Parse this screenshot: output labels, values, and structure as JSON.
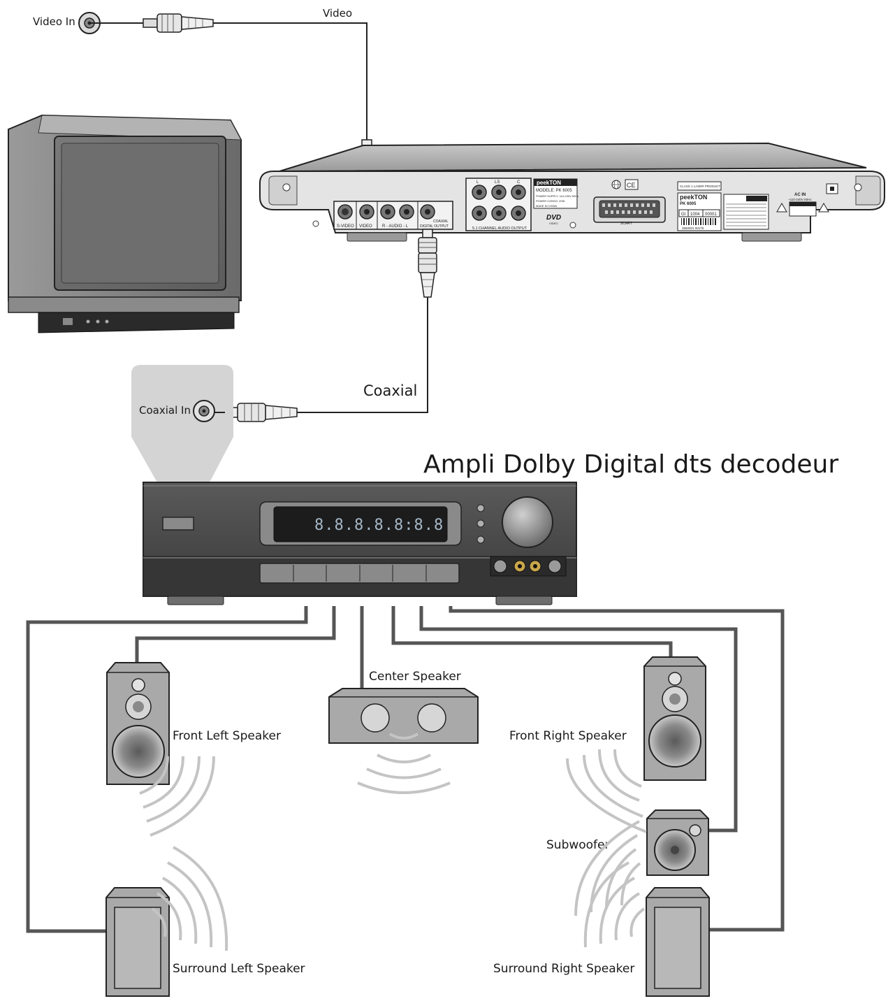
{
  "labels": {
    "video_in": "Video In",
    "video": "Video",
    "coaxial": "Coaxial",
    "coaxial_in": "Coaxial In",
    "amp_title": "Ampli Dolby Digital dts decodeur",
    "center_speaker": "Center Speaker",
    "front_left_speaker": "Front Left Speaker",
    "front_right_speaker": "Front Right Speaker",
    "subwoofer": "Subwoofer",
    "surround_left_speaker": "Surround Left Speaker",
    "surround_right_speaker": "Surround Right Speaker"
  },
  "dvd_panel": {
    "brand": "peekTON",
    "model_line": "MODELE: PK 6005",
    "power_supply": "POWER SUPPLY: 110-230V 50Hz",
    "power_consump": "POWER CONSO: 20W",
    "made_in": "MADE IN CHINA",
    "svideo": "S-VIDEO",
    "video": "VIDEO",
    "audio": "R - AUDIO - L",
    "digital_output": "DIGITAL OUTPUT",
    "coaxial": "COAXIAL",
    "ch_l": "L",
    "ch_ls": "LS",
    "ch_c": "C",
    "channel_output": "5.1 CHANNEL AUDIO OUTPUT",
    "dvd_logo": "DVD",
    "dvd_logo_sub": "VIDEO",
    "scart": "SCART",
    "laser": "CLASS 1 LASER PRODUCT",
    "brand2": "peekTON",
    "model2": "PK 6005",
    "serial_a": "GI",
    "serial_b": "1004",
    "serial_c": "00001",
    "ac_in": "AC IN",
    "ac_spec": "~110-240V 50Hz",
    "caution": "CAUTION",
    "barcode_digits": "3660001 00175",
    "ce_mark": "CE"
  },
  "amp_display": {
    "digits": "8.8.8.8.8:8.8"
  }
}
